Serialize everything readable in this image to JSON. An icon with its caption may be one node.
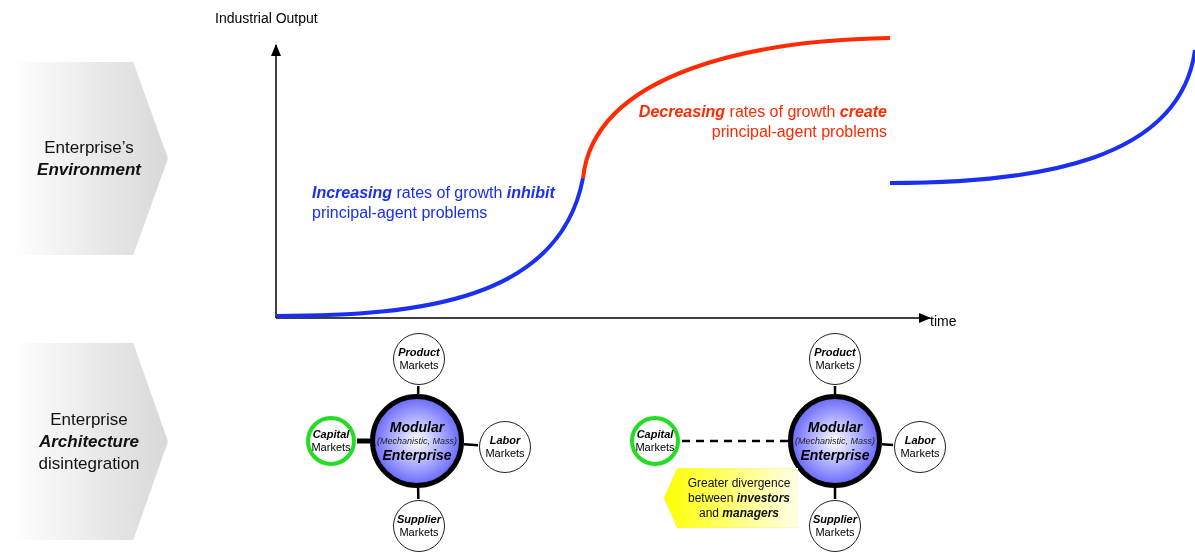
{
  "diagram": {
    "nodes": [
      {
        "text": [
          "Enterprise’s **Environment**"
        ]
      },
      {
        "text": [
          "Enterprise **Architecture** disintegration"
        ]
      },
      {
        "text": [
          "Modular",
          "(Mechanistic, Mass)",
          "Enterprise"
        ]
      },
      {
        "text": [
          "**Product** Markets"
        ]
      },
      {
        "text": [
          "**Capital** Markets"
        ]
      },
      {
        "text": [
          "**Labor** Markets"
        ]
      },
      {
        "text": [
          "**Supplier** Markets"
        ]
      },
      {
        "text": [
          "Modular",
          "(Mechanistic, Mass)",
          "Enterprise"
        ]
      },
      {
        "text": [
          "**Product** Markets"
        ]
      },
      {
        "text": [
          "**Capital** Markets"
        ]
      },
      {
        "text": [
          "**Labor** Markets"
        ]
      },
      {
        "text": [
          "**Supplier** Markets"
        ]
      },
      {
        "text": [
          "Greater divergence between **investors** and **managers**"
        ]
      }
    ],
    "edges": [
      {
        "from": 2,
        "to": 3,
        "arrow": "none"
      },
      {
        "from": 2,
        "to": 4,
        "arrow": "none",
        "style": "thick"
      },
      {
        "from": 2,
        "to": 5,
        "arrow": "none"
      },
      {
        "from": 2,
        "to": 6,
        "arrow": "none"
      },
      {
        "from": 7,
        "to": 8,
        "arrow": "none"
      },
      {
        "from": 7,
        "to": 9,
        "arrow": "none",
        "style": "dashed"
      },
      {
        "from": 7,
        "to": 10,
        "arrow": "none"
      },
      {
        "from": 7,
        "to": 11,
        "arrow": "none"
      }
    ],
    "labels": [
      "Industrial Output",
      "**Decreasing** rates of growth **create** principal-agent problems",
      "**Increasing** rates of growth **inhibit** principal-agent problems",
      "time"
    ]
  }
}
